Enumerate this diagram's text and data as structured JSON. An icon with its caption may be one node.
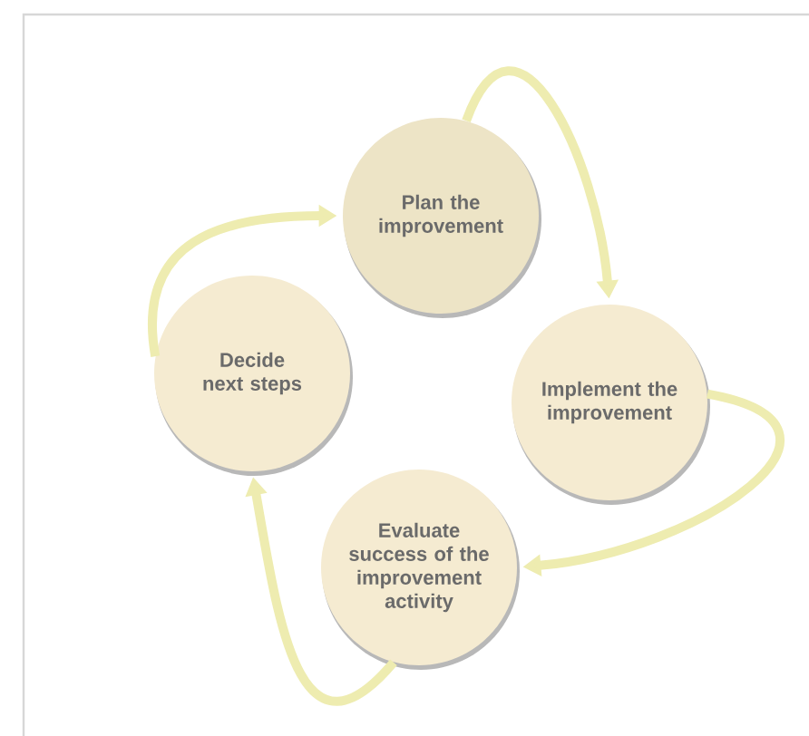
{
  "diagram": {
    "nodes": [
      {
        "text": [
          "Plan the improvement"
        ]
      },
      {
        "text": [
          "Implement the improvement"
        ]
      },
      {
        "text": [
          "Evaluate success of the improvement activity"
        ]
      },
      {
        "text": [
          "Decide next steps"
        ]
      }
    ],
    "edges": [
      {
        "from": 0,
        "to": 1,
        "arrow": "to"
      },
      {
        "from": 1,
        "to": 2,
        "arrow": "to"
      },
      {
        "from": 2,
        "to": 3,
        "arrow": "to"
      },
      {
        "from": 3,
        "to": 0,
        "arrow": "to"
      }
    ]
  }
}
